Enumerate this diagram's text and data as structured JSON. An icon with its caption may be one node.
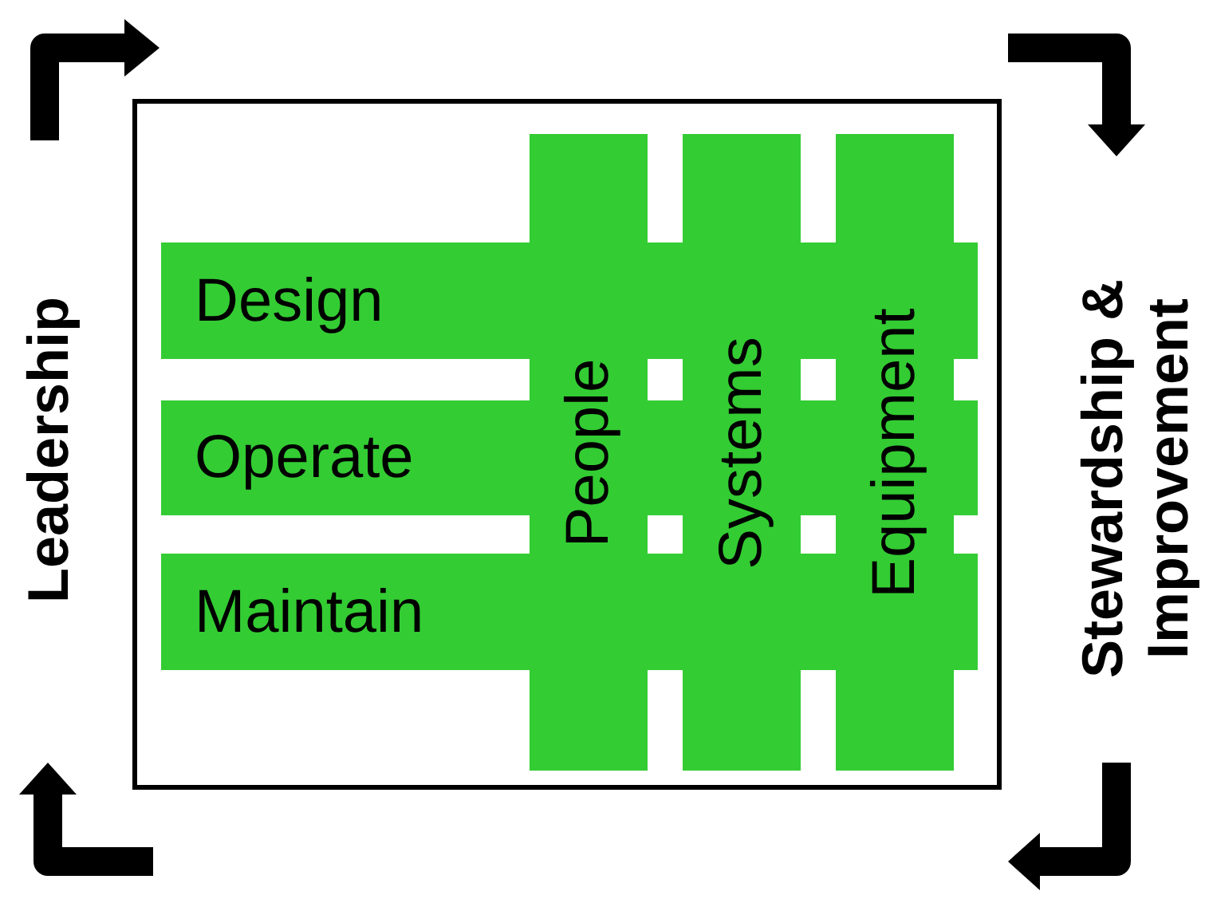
{
  "diagram": {
    "nodes": [
      {
        "text": [],
        "shape": "box"
      },
      {
        "text": [
          "Design"
        ],
        "in": 0
      },
      {
        "text": [
          "Operate"
        ],
        "in": 0
      },
      {
        "text": [
          "Maintain"
        ],
        "in": 0
      },
      {
        "text": [
          "People"
        ],
        "in": 0
      },
      {
        "text": [
          "Systems"
        ],
        "in": 0
      },
      {
        "text": [
          "Equipment"
        ],
        "in": 0
      }
    ],
    "edges": [],
    "labels": [
      "Leadership",
      "Stewardship & Improvement"
    ]
  }
}
